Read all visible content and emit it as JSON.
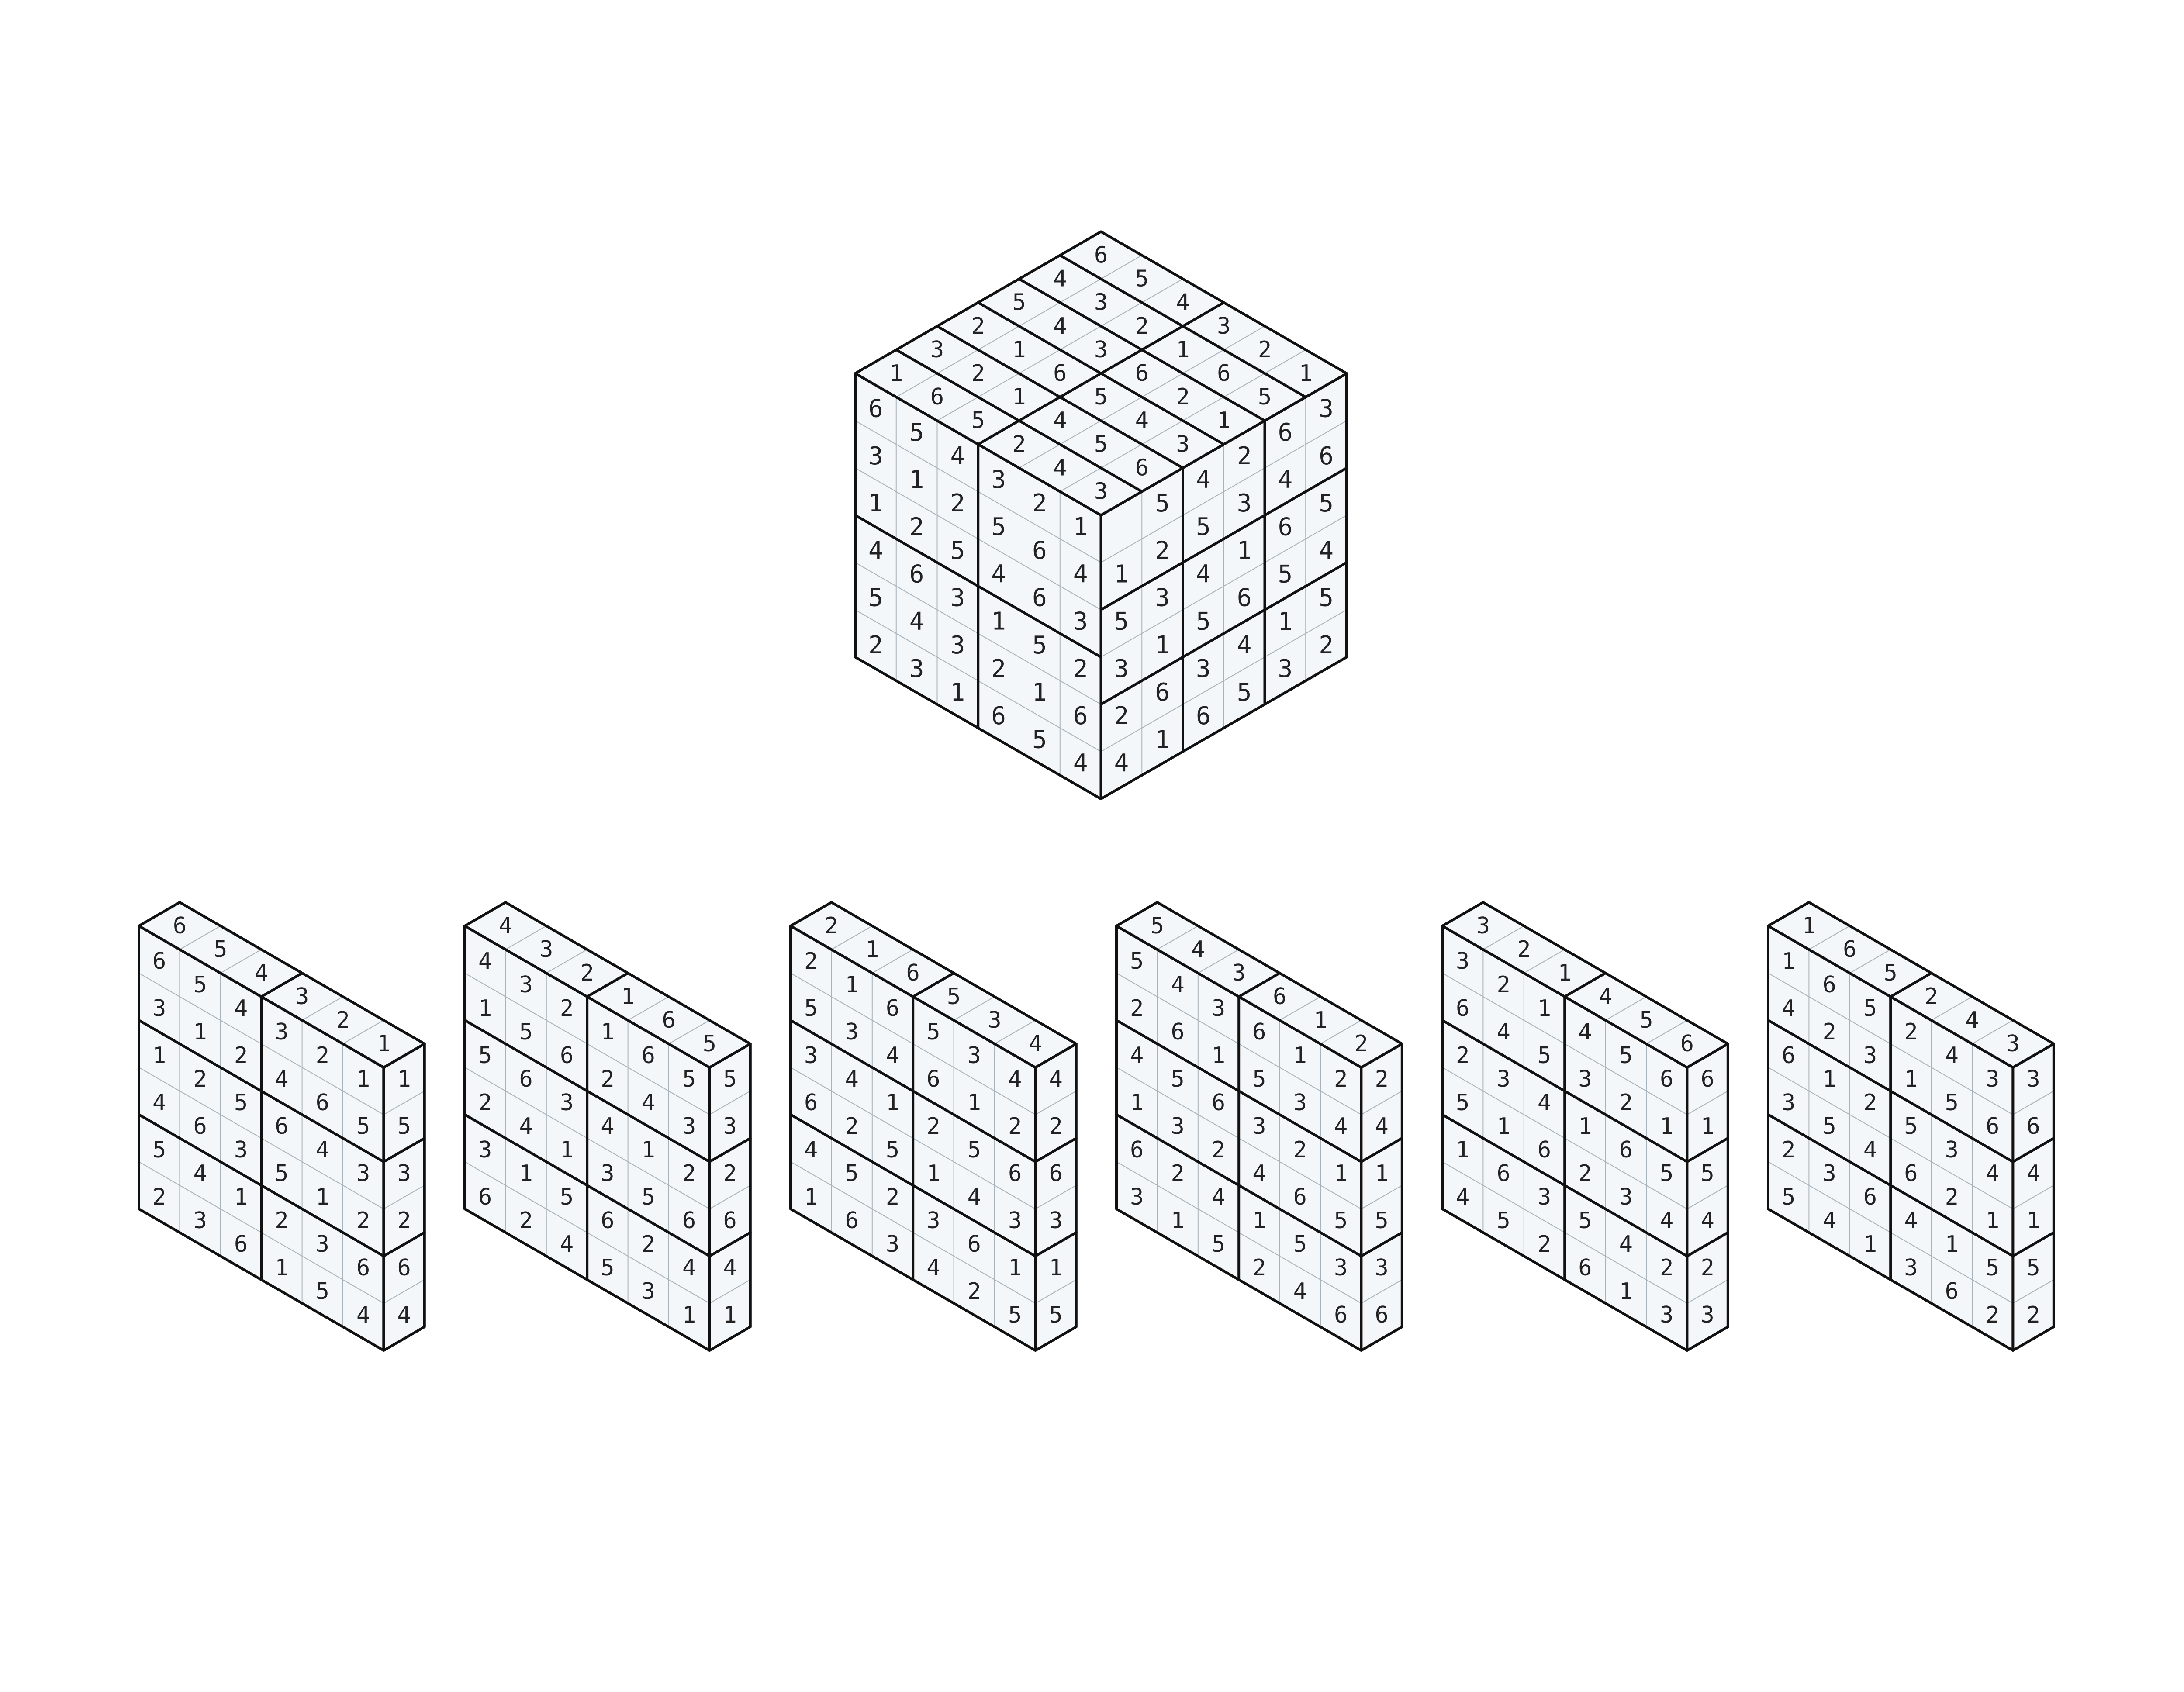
{
  "colors": {
    "face": "#f4f7f9",
    "thin_line": "#a9b3bc",
    "thick_line": "#111111",
    "digit": "#222222"
  },
  "cube": {
    "front": [
      [
        "6",
        "5",
        "4",
        "3",
        "2",
        "1"
      ],
      [
        "3",
        "1",
        "2",
        "5",
        "6",
        "4"
      ],
      [
        "1",
        "2",
        "5",
        "4",
        "6",
        "3"
      ],
      [
        "4",
        "6",
        "3",
        "1",
        "5",
        "2"
      ],
      [
        "5",
        "4",
        "3",
        "2",
        "1",
        "6"
      ],
      [
        "2",
        "3",
        "1",
        "6",
        "5",
        "4"
      ]
    ],
    "front_block_cols": [
      3,
      3
    ],
    "front_block_rows": [
      3,
      3
    ],
    "right": [
      [
        "",
        "5",
        "4",
        "2",
        "6",
        "3"
      ],
      [
        "1",
        "2",
        "5",
        "3",
        "4",
        "6"
      ],
      [
        "5",
        "3",
        "4",
        "1",
        "6",
        "5"
      ],
      [
        "3",
        "1",
        "5",
        "6",
        "5",
        "4"
      ],
      [
        "2",
        "6",
        "3",
        "4",
        "1",
        "5"
      ],
      [
        "4",
        "1",
        "6",
        "5",
        "3",
        "2"
      ]
    ],
    "right_block_cols": [
      2,
      2,
      2
    ],
    "right_block_rows": [
      2,
      2,
      2
    ],
    "top": [
      [
        "6",
        "5",
        "4",
        "3",
        "2",
        "1"
      ],
      [
        "4",
        "3",
        "2",
        "1",
        "6",
        "5"
      ],
      [
        "5",
        "4",
        "3",
        "6",
        "2",
        "1"
      ],
      [
        "2",
        "1",
        "6",
        "5",
        "4",
        "3"
      ],
      [
        "3",
        "2",
        "1",
        "4",
        "5",
        "6"
      ],
      [
        "1",
        "6",
        "5",
        "2",
        "4",
        "3"
      ]
    ],
    "top_block_cols": [
      3,
      3
    ],
    "top_block_rows": [
      1,
      1,
      1,
      1,
      1,
      1
    ]
  },
  "layers": [
    {
      "top": [
        "6",
        "5",
        "4",
        "3",
        "2",
        "1"
      ],
      "front": [
        [
          "6",
          "5",
          "4",
          "3",
          "2",
          "1"
        ],
        [
          "3",
          "1",
          "2",
          "4",
          "6",
          "5"
        ],
        [
          "1",
          "2",
          "5",
          "6",
          "4",
          "3"
        ],
        [
          "4",
          "6",
          "3",
          "5",
          "1",
          "2"
        ],
        [
          "5",
          "4",
          "1",
          "2",
          "3",
          "6"
        ],
        [
          "2",
          "3",
          "6",
          "1",
          "5",
          "4"
        ]
      ],
      "right": [
        "1",
        "5",
        "3",
        "2",
        "6",
        "4"
      ]
    },
    {
      "top": [
        "4",
        "3",
        "2",
        "1",
        "6",
        "5"
      ],
      "front": [
        [
          "4",
          "3",
          "2",
          "1",
          "6",
          "5"
        ],
        [
          "1",
          "5",
          "6",
          "2",
          "4",
          "3"
        ],
        [
          "5",
          "6",
          "3",
          "4",
          "1",
          "2"
        ],
        [
          "2",
          "4",
          "1",
          "3",
          "5",
          "6"
        ],
        [
          "3",
          "1",
          "5",
          "6",
          "2",
          "4"
        ],
        [
          "6",
          "2",
          "4",
          "5",
          "3",
          "1"
        ]
      ],
      "right": [
        "5",
        "3",
        "2",
        "6",
        "4",
        "1"
      ]
    },
    {
      "top": [
        "2",
        "1",
        "6",
        "5",
        "3",
        "4"
      ],
      "front": [
        [
          "2",
          "1",
          "6",
          "5",
          "3",
          "4"
        ],
        [
          "5",
          "3",
          "4",
          "6",
          "1",
          "2"
        ],
        [
          "3",
          "4",
          "1",
          "2",
          "5",
          "6"
        ],
        [
          "6",
          "2",
          "5",
          "1",
          "4",
          "3"
        ],
        [
          "4",
          "5",
          "2",
          "3",
          "6",
          "1"
        ],
        [
          "1",
          "6",
          "3",
          "4",
          "2",
          "5"
        ]
      ],
      "right": [
        "4",
        "2",
        "6",
        "3",
        "1",
        "5"
      ]
    },
    {
      "top": [
        "5",
        "4",
        "3",
        "6",
        "1",
        "2"
      ],
      "front": [
        [
          "5",
          "4",
          "3",
          "6",
          "1",
          "2"
        ],
        [
          "2",
          "6",
          "1",
          "5",
          "3",
          "4"
        ],
        [
          "4",
          "5",
          "6",
          "3",
          "2",
          "1"
        ],
        [
          "1",
          "3",
          "2",
          "4",
          "6",
          "5"
        ],
        [
          "6",
          "2",
          "4",
          "1",
          "5",
          "3"
        ],
        [
          "3",
          "1",
          "5",
          "2",
          "4",
          "6"
        ]
      ],
      "right": [
        "2",
        "4",
        "1",
        "5",
        "3",
        "6"
      ]
    },
    {
      "top": [
        "3",
        "2",
        "1",
        "4",
        "5",
        "6"
      ],
      "front": [
        [
          "3",
          "2",
          "1",
          "4",
          "5",
          "6"
        ],
        [
          "6",
          "4",
          "5",
          "3",
          "2",
          "1"
        ],
        [
          "2",
          "3",
          "4",
          "1",
          "6",
          "5"
        ],
        [
          "5",
          "1",
          "6",
          "2",
          "3",
          "4"
        ],
        [
          "1",
          "6",
          "3",
          "5",
          "4",
          "2"
        ],
        [
          "4",
          "5",
          "2",
          "6",
          "1",
          "3"
        ]
      ],
      "right": [
        "6",
        "1",
        "5",
        "4",
        "2",
        "3"
      ]
    },
    {
      "top": [
        "1",
        "6",
        "5",
        "2",
        "4",
        "3"
      ],
      "front": [
        [
          "1",
          "6",
          "5",
          "2",
          "4",
          "3"
        ],
        [
          "4",
          "2",
          "3",
          "1",
          "5",
          "6"
        ],
        [
          "6",
          "1",
          "2",
          "5",
          "3",
          "4"
        ],
        [
          "3",
          "5",
          "4",
          "6",
          "2",
          "1"
        ],
        [
          "2",
          "3",
          "6",
          "4",
          "1",
          "5"
        ],
        [
          "5",
          "4",
          "1",
          "3",
          "6",
          "2"
        ]
      ],
      "right": [
        "3",
        "6",
        "4",
        "1",
        "5",
        "2"
      ]
    }
  ]
}
